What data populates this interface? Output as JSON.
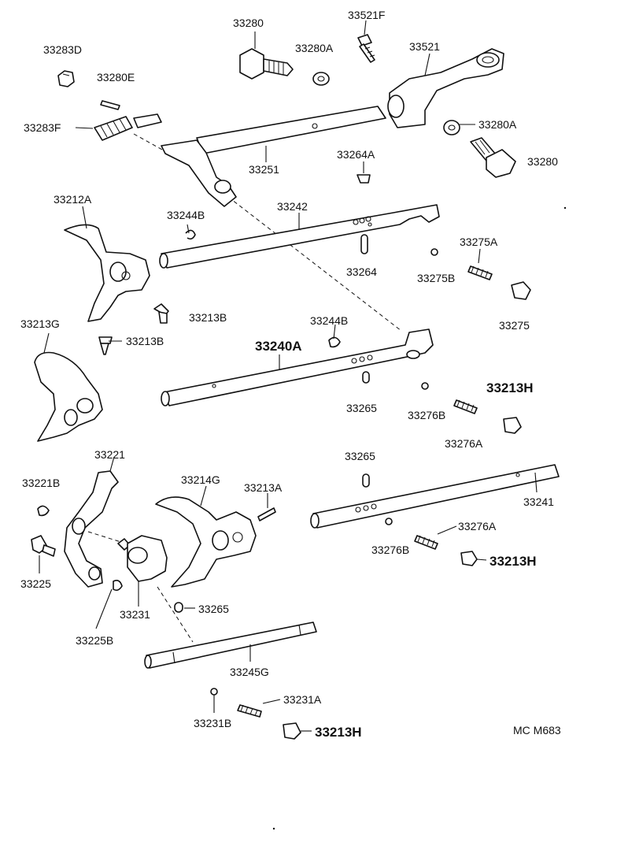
{
  "diagram": {
    "labels": {
      "p33280_top": "33280",
      "p33521F": "33521F",
      "p33283D": "33283D",
      "p33280A_top": "33280A",
      "p33521": "33521",
      "p33280E": "33280E",
      "p33283F": "33283F",
      "p33280A_right": "33280A",
      "p33251": "33251",
      "p33264A": "33264A",
      "p33280_right": "33280",
      "p33212A": "33212A",
      "p33242": "33242",
      "p33244B_top": "33244B",
      "p33275A": "33275A",
      "p33264": "33264",
      "p33275B": "33275B",
      "p33275": "33275",
      "p33213B_a": "33213B",
      "p33213G": "33213G",
      "p33244B_mid": "33244B",
      "p33213B_b": "33213B",
      "p33240A": "33240A",
      "p33213H_a": "33213H",
      "p33265_a": "33265",
      "p33276B_a": "33276B",
      "p33276A_a": "33276A",
      "p33221": "33221",
      "p33265_b": "33265",
      "p33214G": "33214G",
      "p33221B": "33221B",
      "p33213A": "33213A",
      "p33241": "33241",
      "p33276A_b": "33276A",
      "p33276B_b": "33276B",
      "p33213H_b": "33213H",
      "p33225": "33225",
      "p33231": "33231",
      "p33265_c": "33265",
      "p33225B": "33225B",
      "p33245G": "33245G",
      "p33231A": "33231A",
      "p33231B": "33231B",
      "p33213H_c": "33213H",
      "ref_code": "MC M683"
    }
  }
}
